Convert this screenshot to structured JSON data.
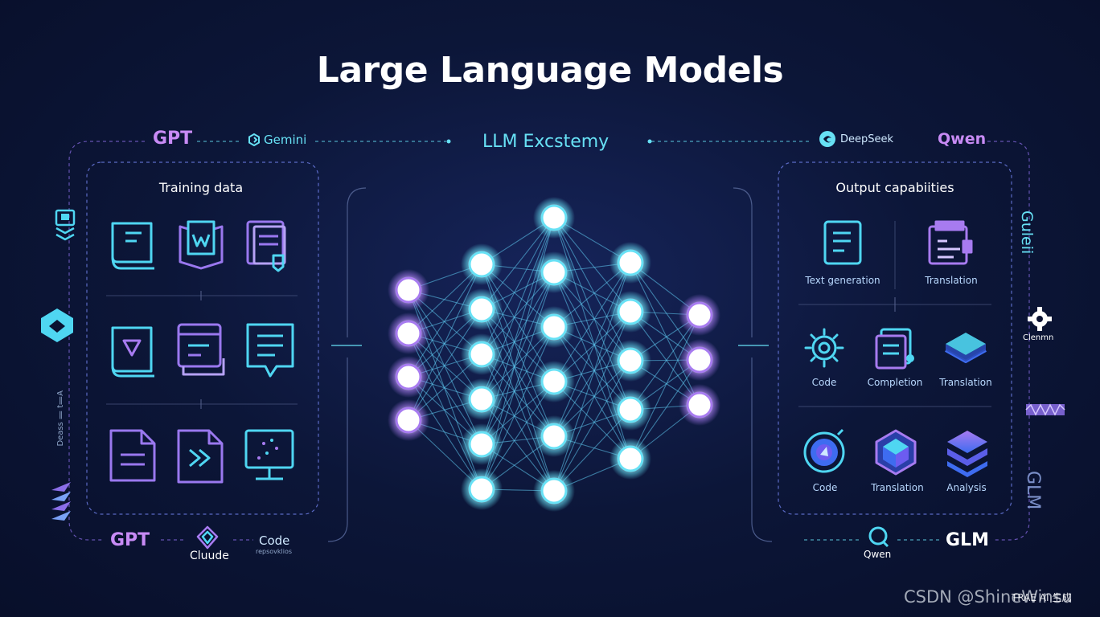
{
  "title": "Large Language Models",
  "ecosystem_label": "LLM Excstemy",
  "top_brands": {
    "left_primary": "GPT",
    "left_secondary": "Gemini",
    "right_secondary": "DeepSeek",
    "right_primary": "Qwen"
  },
  "bottom_brands": {
    "left_primary": "GPT",
    "left_secondary": "Cluude",
    "left_tertiary": "Code",
    "left_tertiary_sub": "repsovklios",
    "right_secondary": "Qwen",
    "right_primary": "GLM"
  },
  "side_labels": {
    "right_top": "Guleii",
    "right_mid": "Clenmn",
    "right_bottom": "GLM",
    "left_mid": "Deass ‖ t‖A"
  },
  "training_panel": {
    "title": "Training data",
    "icons": [
      "book-icon",
      "wiki-book-icon",
      "document-check-icon",
      "scroll-icon",
      "code-doc-icon",
      "chat-document-icon",
      "file-icon",
      "code-file-icon",
      "monitor-data-icon"
    ]
  },
  "output_panel": {
    "title": "Output capabiities",
    "capabilities": [
      {
        "label": "Text generation",
        "icon": "text-doc-icon"
      },
      {
        "label": "Translation",
        "icon": "translation-doc-icon"
      },
      {
        "label": "Code",
        "icon": "gear-icon"
      },
      {
        "label": "Completion",
        "icon": "completion-doc-icon"
      },
      {
        "label": "Translation",
        "icon": "layers-icon"
      },
      {
        "label": "Code",
        "icon": "orb-icon"
      },
      {
        "label": "Translation",
        "icon": "cube-icon"
      },
      {
        "label": "Analysis",
        "icon": "stack-icon"
      }
    ]
  },
  "network": {
    "layer_sizes": [
      4,
      6,
      6,
      5,
      3
    ]
  },
  "watermark": {
    "main": "CSDN @ShineWinsu",
    "overlay": "TRAE AI 生成"
  },
  "colors": {
    "cyan": "#67e1f5",
    "violet": "#a77bf0",
    "background": "#0b1232"
  }
}
